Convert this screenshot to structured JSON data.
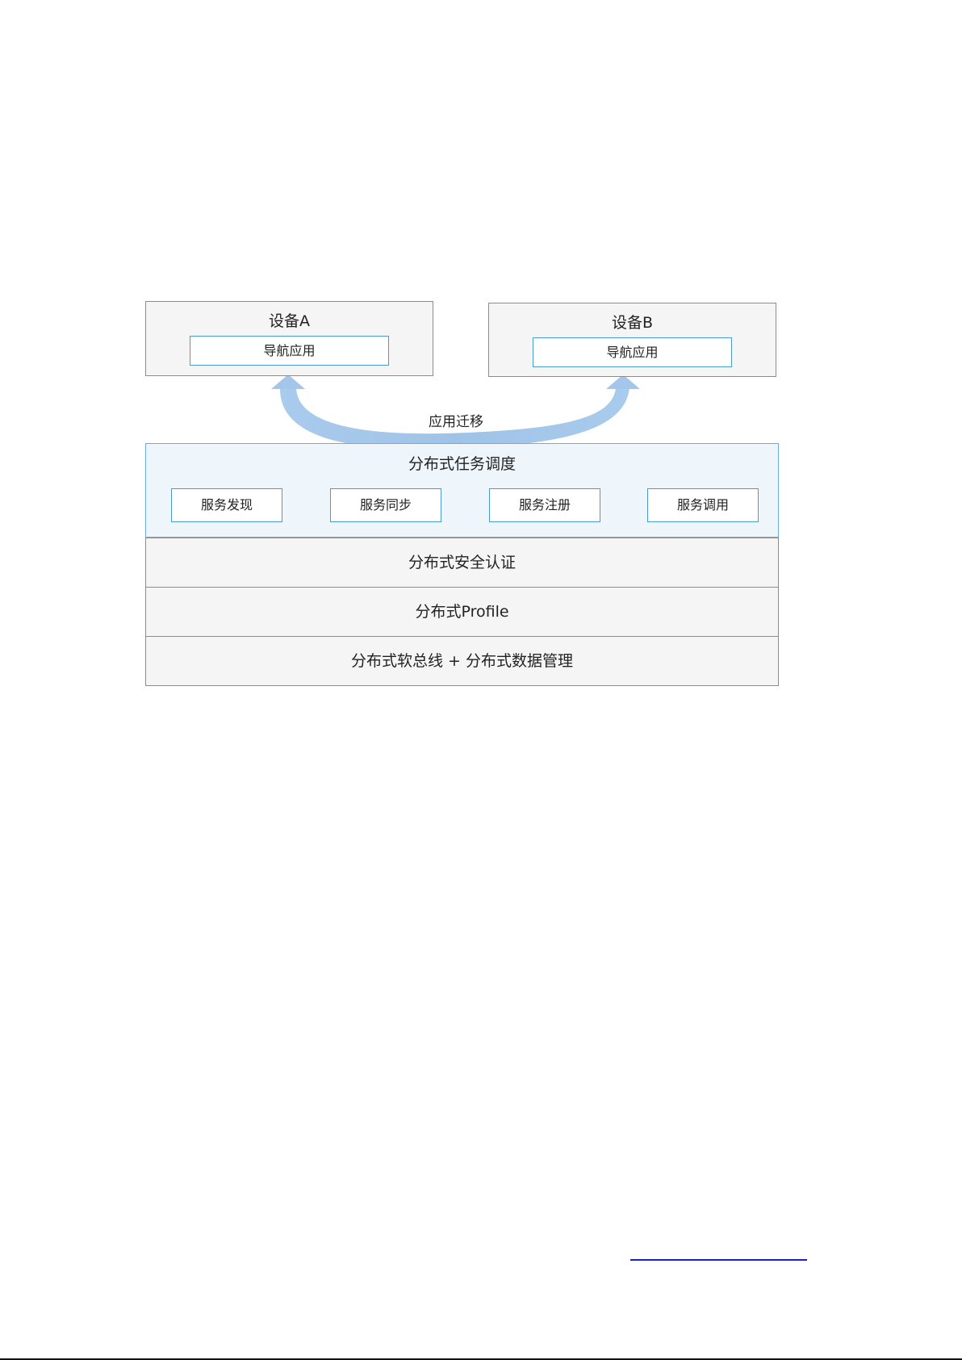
{
  "diagram": {
    "device_a": {
      "title": "设备A",
      "app": "导航应用"
    },
    "device_b": {
      "title": "设备B",
      "app": "导航应用"
    },
    "migration_label": "应用迁移",
    "scheduler": {
      "title": "分布式任务调度",
      "services": [
        "服务发现",
        "服务同步",
        "服务注册",
        "服务调用"
      ]
    },
    "layers": [
      "分布式安全认证",
      "分布式Profile",
      "分布式软总线 + 分布式数据管理"
    ]
  },
  "colors": {
    "arc": "#a3c6ea",
    "accent_border": "#4a9ad4",
    "scheduler_bg": "#eef6fb",
    "box_bg": "#f5f5f5",
    "link": "#1a1ae0"
  },
  "footer": {
    "link_text": ""
  }
}
